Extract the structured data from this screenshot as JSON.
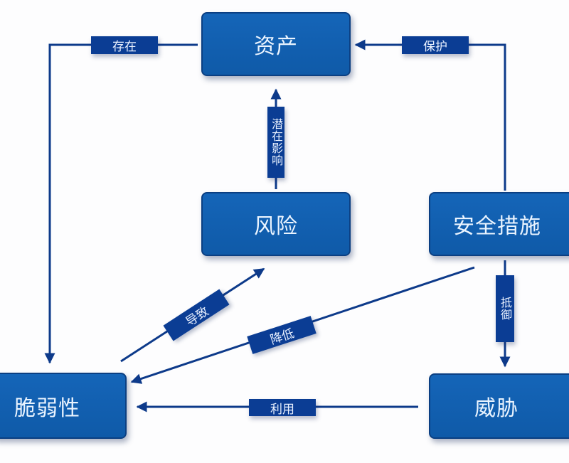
{
  "nodes": {
    "asset": "资产",
    "risk": "风险",
    "security_measures": "安全措施",
    "vulnerability": "脆弱性",
    "threat": "威胁"
  },
  "edges": {
    "exists": {
      "label": "存在",
      "from": "asset",
      "to": "vulnerability"
    },
    "protects": {
      "label": "保护",
      "from": "security_measures",
      "to": "asset"
    },
    "potential_impact": {
      "label": "潜在影响",
      "from": "risk",
      "to": "asset"
    },
    "leads_to": {
      "label": "导致",
      "from": "vulnerability",
      "to": "risk"
    },
    "reduces": {
      "label": "降低",
      "from": "security_measures",
      "to": "vulnerability"
    },
    "resists": {
      "label": "抵御",
      "from": "security_measures",
      "to": "threat"
    },
    "exploits": {
      "label": "利用",
      "from": "threat",
      "to": "vulnerability"
    }
  },
  "colors": {
    "node_fill": "#1565b8",
    "node_border": "#0b3f82",
    "edge": "#0d3a8a",
    "label_fill": "#0b3d94",
    "text": "#eaf4ff"
  }
}
